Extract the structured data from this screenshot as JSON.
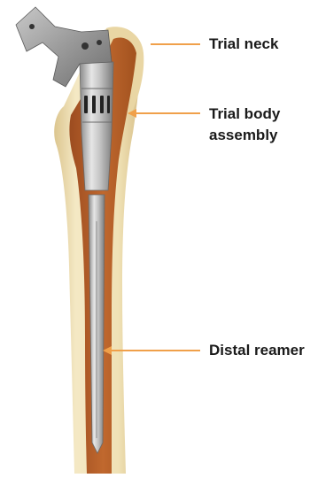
{
  "colors": {
    "bone_cortex": "#efe0b4",
    "bone_shadow": "#d9c48e",
    "cancellous": "#b45e2a",
    "metal_light": "#d8d8d8",
    "metal_dark": "#7c7c7c",
    "leader_line": "#f0a04a"
  },
  "labels": {
    "trial_neck": "Trial neck",
    "trial_body_line1": "Trial body",
    "trial_body_line2": "assembly",
    "distal_reamer": "Distal reamer"
  }
}
